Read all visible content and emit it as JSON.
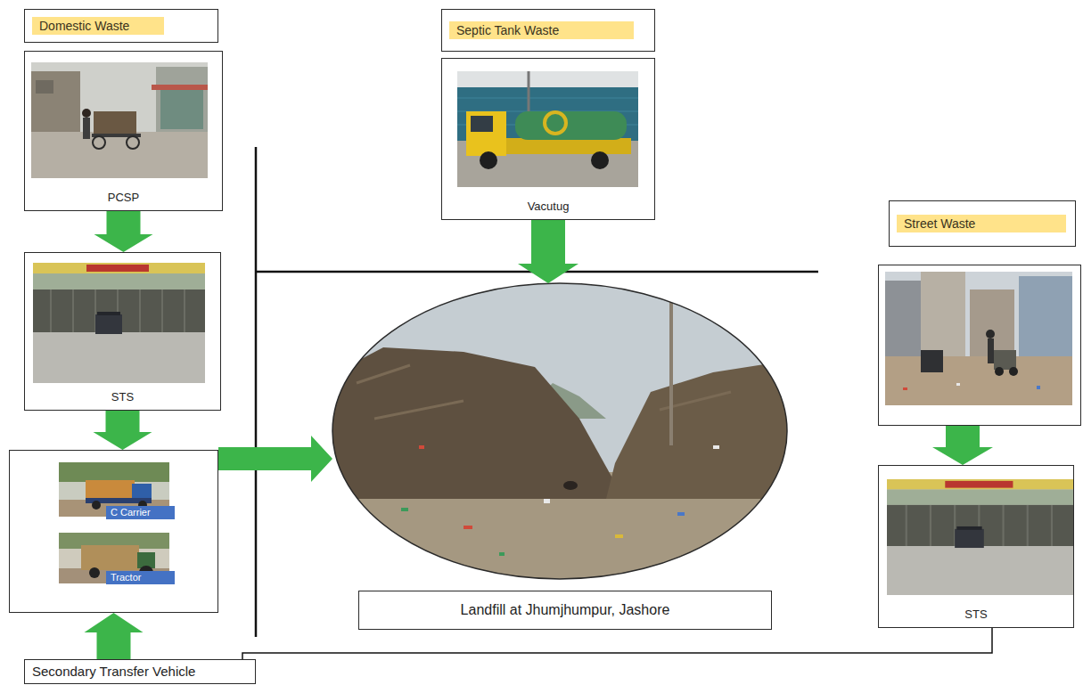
{
  "diagram": {
    "nodes": [
      {
        "text": [
          "Domestic Waste",
          "PCSP"
        ]
      },
      {
        "text": [
          "STS"
        ]
      },
      {
        "text": [
          "C Carrier",
          "Tractor"
        ]
      },
      {
        "text": [
          "Secondary Transfer Vehicle"
        ]
      },
      {
        "text": [
          "Septic Tank Waste",
          "Vacutug"
        ]
      },
      {
        "text": [
          "Landfill at Jhumjhumpur, Jashore"
        ]
      },
      {
        "text": [
          "Street Waste"
        ]
      },
      {
        "text": [
          "STS"
        ]
      }
    ],
    "edges": [
      {
        "from": 0,
        "to": 1,
        "arrow": "to"
      },
      {
        "from": 1,
        "to": 2,
        "arrow": "to"
      },
      {
        "from": 3,
        "to": 2,
        "arrow": "to"
      },
      {
        "from": 2,
        "to": 5,
        "arrow": "to"
      },
      {
        "from": 4,
        "to": 5,
        "arrow": "to"
      },
      {
        "from": 6,
        "to": 7,
        "arrow": "to"
      },
      {
        "from": 7,
        "to": 3,
        "arrow": "none"
      }
    ]
  }
}
